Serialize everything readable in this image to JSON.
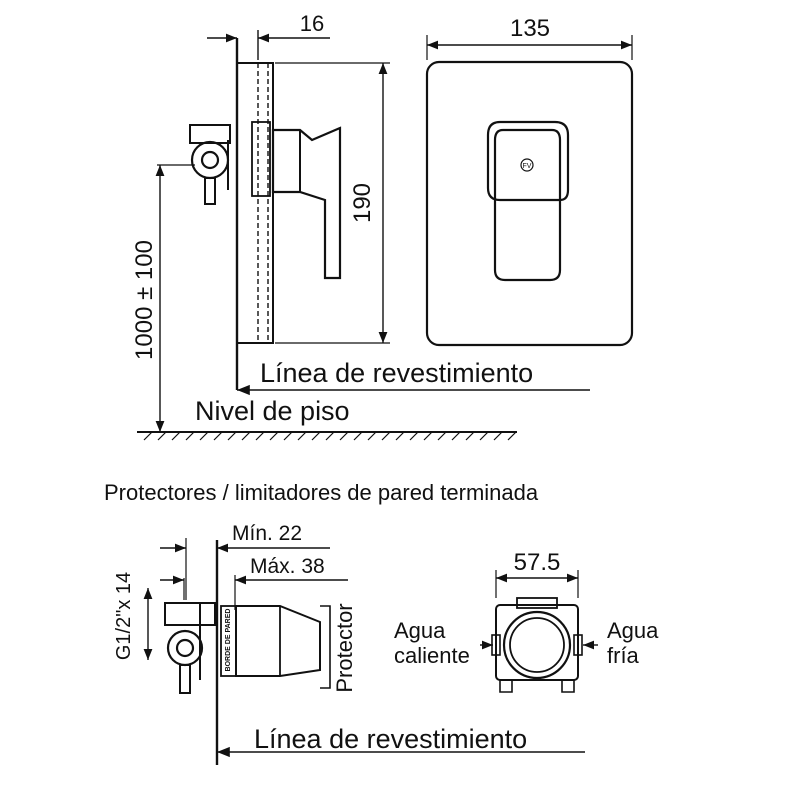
{
  "top": {
    "dim_depth": "16",
    "dim_width": "135",
    "dim_height": "190",
    "dim_floor_height": "1000 ± 100",
    "label_finish_line": "Línea de revestimiento",
    "label_floor": "Nivel de piso"
  },
  "bottom": {
    "title": "Protectores / limitadores de pared terminada",
    "dim_min": "Mín. 22",
    "dim_max": "Máx. 38",
    "dim_thread": "G1/2\"x 14",
    "label_protector": "Protector",
    "label_edge": "BORDE DE PARED",
    "dim_body_width": "57.5",
    "label_hot_1": "Agua",
    "label_hot_2": "caliente",
    "label_cold_1": "Agua",
    "label_cold_2": "fría",
    "label_finish_line": "Línea de revestimiento"
  },
  "colors": {
    "line": "#111111",
    "background": "#ffffff"
  },
  "icons": {
    "brand_logo": "fv-logo-icon"
  }
}
